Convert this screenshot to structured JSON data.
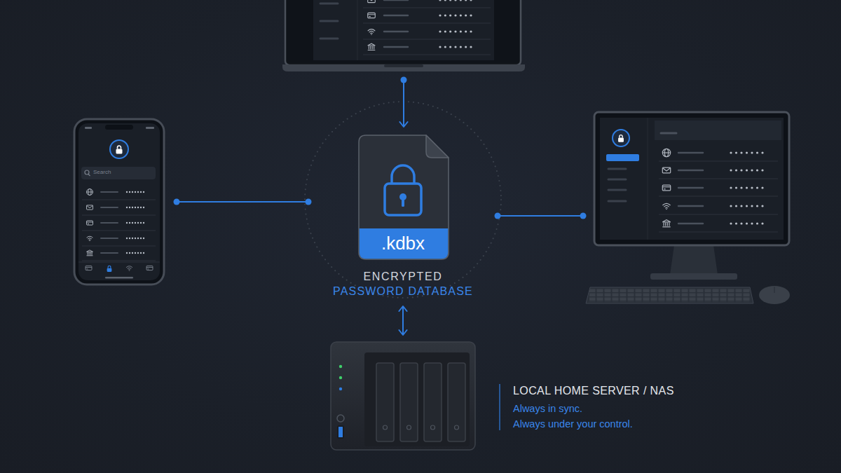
{
  "diagram": {
    "nodes": [
      {
        "text": []
      },
      {
        "text": [
          "Search"
        ]
      },
      {
        "text": [
          ".kdbx",
          "ENCRYPTED",
          "PASSWORD DATABASE"
        ]
      },
      {
        "text": []
      },
      {
        "text": [
          "LOCAL HOME SERVER / NAS",
          "Always in sync.",
          "Always under your control."
        ]
      }
    ],
    "edges": [
      {
        "from": 0,
        "to": 2,
        "arrow": "to"
      },
      {
        "from": 1,
        "to": 2,
        "arrow": "none"
      },
      {
        "from": 2,
        "to": 3,
        "arrow": "none"
      },
      {
        "from": 2,
        "to": 4,
        "arrow": "both"
      }
    ]
  }
}
